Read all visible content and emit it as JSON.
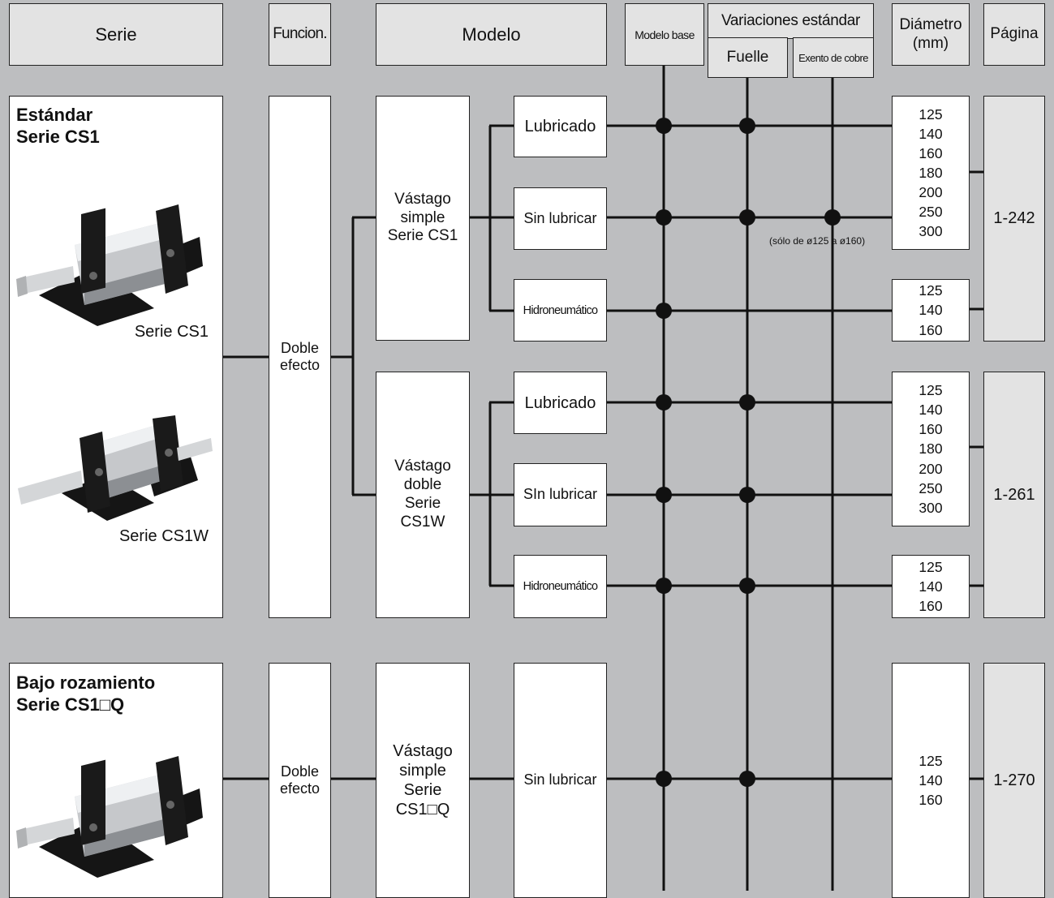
{
  "header": {
    "serie": "Serie",
    "funcion": "Funcion.",
    "modelo": "Modelo",
    "modelo_base": "Modelo base",
    "variaciones": "Variaciones estándar",
    "fuelle": "Fuelle",
    "exento": "Exento de cobre",
    "diametro": "Diámetro\n(mm)",
    "pagina": "Página"
  },
  "group_standard": {
    "title": "Estándar\nSerie CS1",
    "photo1_label": "Serie CS1",
    "photo2_label": "Serie CS1W",
    "function": "Doble\nefecto",
    "model_single": "Vástago\nsimple\nSerie CS1",
    "model_double": "Vástago\ndoble\nSerie\nCS1W",
    "types_single": [
      "Lubricado",
      "Sin lubricar",
      "Hidroneumático"
    ],
    "types_double": [
      "Lubricado",
      "SIn lubricar",
      "Hidroneumático"
    ],
    "bores_main": "125\n140\n160\n180\n200\n250\n300",
    "bores_hydro": "125\n140\n160",
    "note_copper": "(sólo de ø125 a ø160)",
    "page_single": "1-242",
    "page_double": "1-261"
  },
  "group_low_friction": {
    "title": "Bajo rozamiento\nSerie CS1□Q",
    "function": "Doble\nefecto",
    "model": "Vástago\nsimple\nSerie\nCS1□Q",
    "type": "Sin lubricar",
    "bores": "125\n140\n160",
    "page": "1-270"
  },
  "colors": {
    "background": "#bdbec0",
    "box_white": "#ffffff",
    "box_grey": "#e3e3e3",
    "line": "#111111"
  },
  "dots": [
    {
      "row": "lubricado-single",
      "columns": [
        "modelo-base",
        "fuelle"
      ]
    },
    {
      "row": "sin-lubricar-single",
      "columns": [
        "modelo-base",
        "fuelle",
        "exento-de-cobre"
      ]
    },
    {
      "row": "hidroneumatico-single",
      "columns": [
        "modelo-base"
      ]
    },
    {
      "row": "lubricado-double",
      "columns": [
        "modelo-base",
        "fuelle"
      ]
    },
    {
      "row": "sin-lubricar-double",
      "columns": [
        "modelo-base",
        "fuelle"
      ]
    },
    {
      "row": "hidroneumatico-double",
      "columns": [
        "modelo-base",
        "fuelle"
      ]
    },
    {
      "row": "sin-lubricar-low-friction",
      "columns": [
        "modelo-base",
        "fuelle"
      ]
    }
  ]
}
